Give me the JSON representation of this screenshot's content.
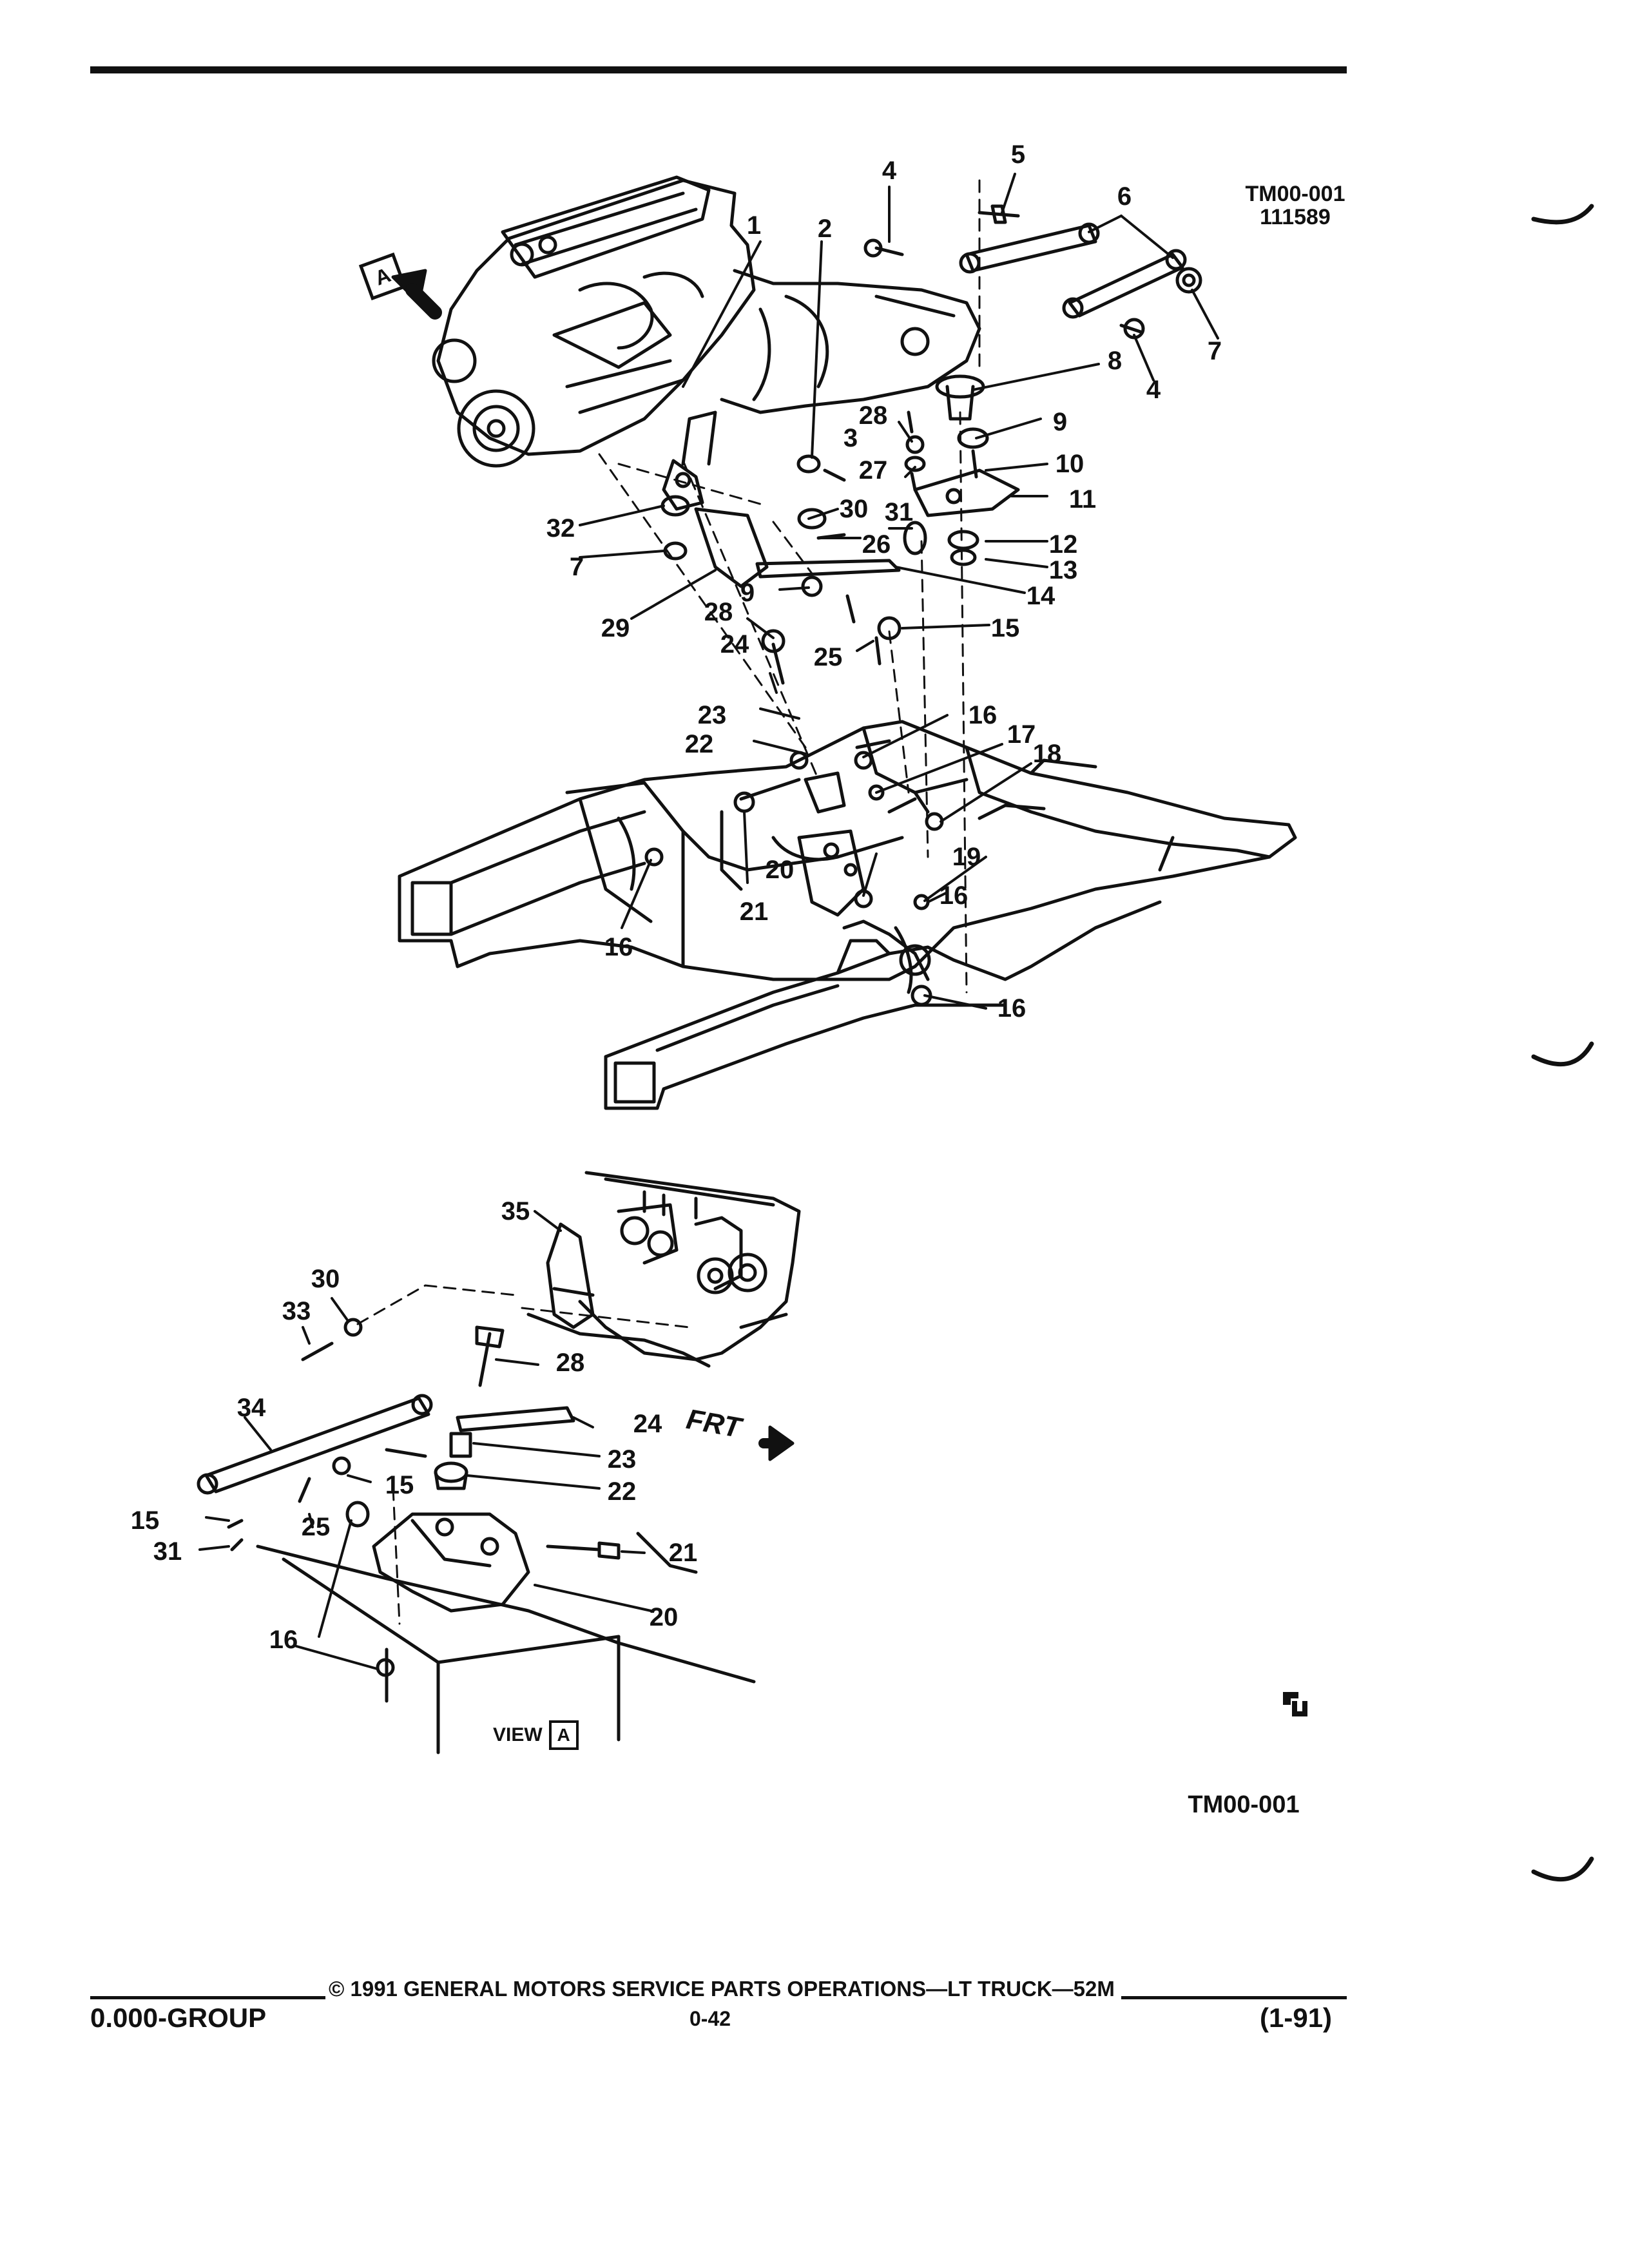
{
  "drawing_refs": {
    "top_ref_code": "TM00-001",
    "top_ref_date": "111589",
    "bottom_ref_code": "TM00-001"
  },
  "main_view": {
    "view_marker": "A",
    "callouts": [
      "1",
      "2",
      "3",
      "4",
      "4",
      "5",
      "6",
      "7",
      "7",
      "8",
      "9",
      "9",
      "10",
      "11",
      "12",
      "13",
      "14",
      "15",
      "16",
      "16",
      "16",
      "16",
      "17",
      "18",
      "19",
      "20",
      "21",
      "22",
      "23",
      "24",
      "25",
      "26",
      "27",
      "28",
      "28",
      "29",
      "30",
      "31",
      "32"
    ]
  },
  "detail_view": {
    "title_prefix": "VIEW",
    "title_marker": "A",
    "front_label": "FRT",
    "callouts": [
      "35",
      "30",
      "33",
      "28",
      "34",
      "24",
      "23",
      "15",
      "25",
      "22",
      "15",
      "31",
      "21",
      "16",
      "20"
    ]
  },
  "footer": {
    "group": "0.000-GROUP",
    "copyright": "© 1991 GENERAL MOTORS SERVICE PARTS OPERATIONS—LT TRUCK—52M",
    "page_number": "0-42",
    "revision": "(1-91)"
  },
  "logo_name": "gm-service-parts-logo"
}
